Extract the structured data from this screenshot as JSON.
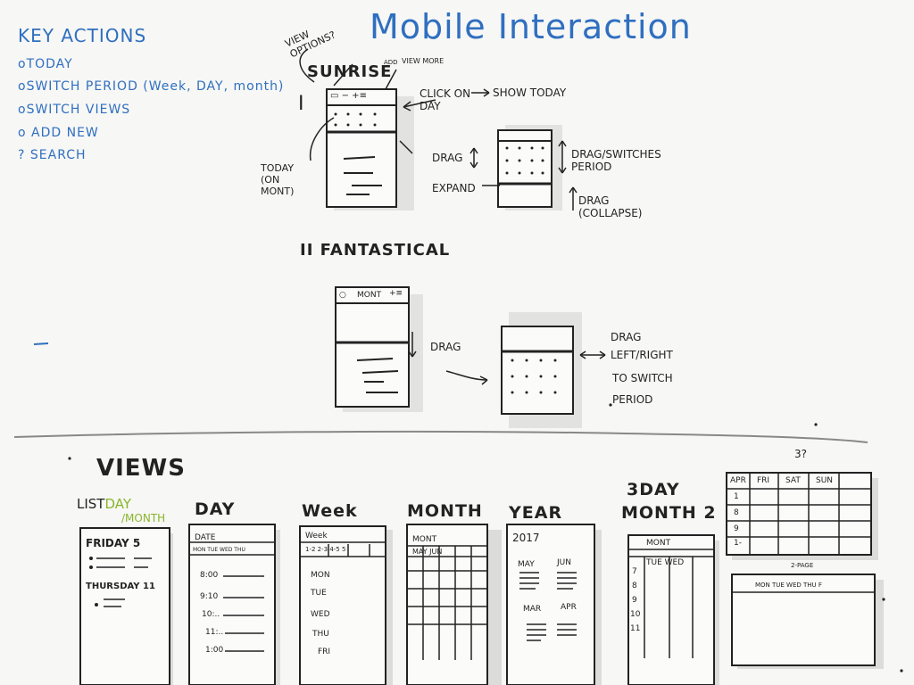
{
  "title": "Mobile Interaction",
  "key_actions": {
    "heading": "KEY ACTIONS",
    "items": [
      "oTODAY",
      "oSWITCH PERIOD (Week, DAY, month)",
      "oSWITCH VIEWS",
      "o ADD NEW",
      "? SEARCH"
    ]
  },
  "sunrise": {
    "heading": "SUNRISE",
    "numeral": "I",
    "view_options": "VIEW OPTIONS?",
    "add": "ADD",
    "view_more": "VIEW MORE",
    "click_on_day": "CLICK ON DAY",
    "show_today": "SHOW TODAY",
    "today_on_month": "TODAY (ON MONT)",
    "drag": "DRAG",
    "expand": "EXPAND",
    "drag_switches_period": "DRAG/SWITCHES PERIOD",
    "drag_collapse": "DRAG (COLLAPSE)"
  },
  "fantastical": {
    "heading": "II FANTASTICAL",
    "mont": "MONT",
    "drag": "DRAG",
    "drag_left_right": "DRAG LEFT/RIGHT",
    "to_switch_period": "TO SWITCH PERIOD"
  },
  "views": {
    "heading": "VIEWS",
    "list": {
      "label": "LIST",
      "day": "DAY",
      "month": "/MONTH",
      "friday": "FRIDAY 5",
      "thursday": "THURSDAY 11"
    },
    "day": {
      "label": "DAY",
      "header": "DATE",
      "cols": "MON TUE WED THU",
      "times": [
        "8:00",
        "9:10",
        "10:..",
        "11:..",
        "1:00"
      ]
    },
    "week": {
      "label": "Week",
      "header": "Week",
      "ranges": "1-2  2-3  4-5  5",
      "days": [
        "MON",
        "TUE",
        "WED",
        "THU",
        "FRI"
      ]
    },
    "month": {
      "label": "MONTH",
      "header": "MONT",
      "cols": "MAY JUN"
    },
    "year": {
      "label": "YEAR",
      "header": "2017",
      "months": [
        "MAY",
        "JUN",
        "MAR",
        "APR"
      ]
    },
    "three_day": {
      "label": "3DAY",
      "sub": "MONTH 2",
      "header": "MONT",
      "cols": "TUE WED",
      "nums": [
        "7",
        "8",
        "9",
        "10",
        "11"
      ]
    },
    "extra": {
      "q": "3?",
      "cols": [
        "APR",
        "FRI",
        "SAT",
        "SUN"
      ],
      "rows": [
        "1",
        "8",
        "9",
        "1-"
      ],
      "page": "2-PAGE",
      "page_cols": "MON TUE WED THU F"
    }
  },
  "colors": {
    "ink": "#222222",
    "blue": "#2f6fc0",
    "green": "#8ab52c",
    "shade": "#d8d8d6"
  }
}
